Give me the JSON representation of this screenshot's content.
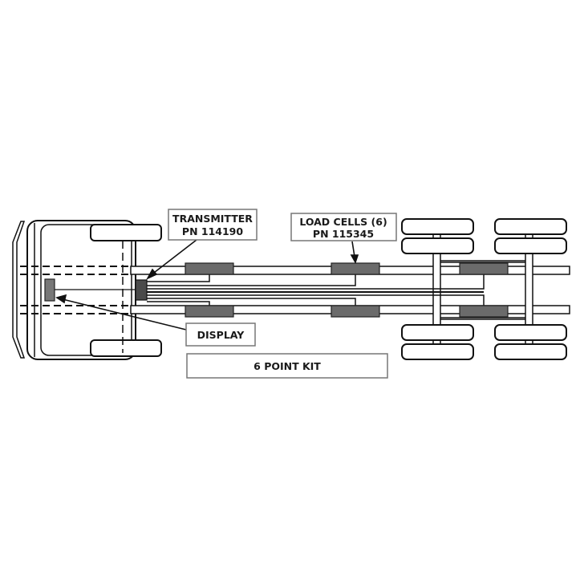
{
  "diagram": {
    "title": "6 POINT KIT",
    "labels": {
      "transmitter_line1": "TRANSMITTER",
      "transmitter_line2": "PN 114190",
      "load_cells_line1": "LOAD CELLS (6)",
      "load_cells_line2": "PN 115345",
      "display": "DISPLAY",
      "kit": "6 POINT KIT"
    },
    "components": [
      {
        "name": "Transmitter",
        "part_number": "114190"
      },
      {
        "name": "Load Cells",
        "quantity": 6,
        "part_number": "115345"
      },
      {
        "name": "Display"
      }
    ],
    "colors": {
      "line": "#111111",
      "component_fill": "#6b6b6b",
      "transmitter_fill": "#4a4a4a",
      "box_border": "#777777",
      "background": "#ffffff"
    }
  }
}
